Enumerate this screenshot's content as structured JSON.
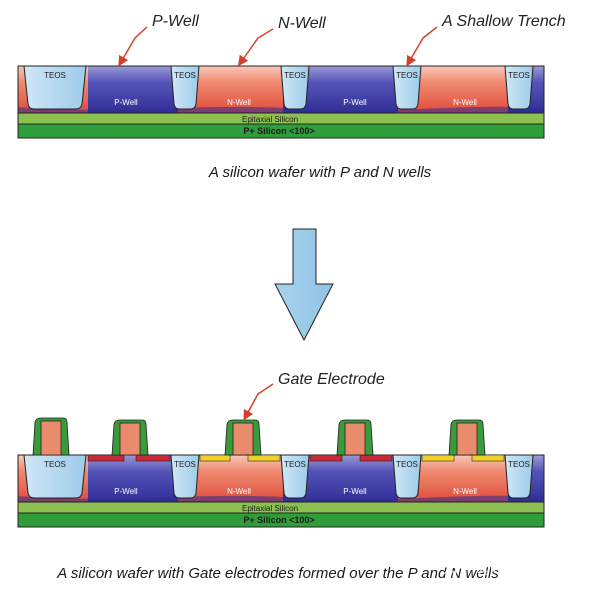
{
  "top": {
    "callouts": {
      "p_well": "P-Well",
      "n_well": "N-Well",
      "trench": "A Shallow Trench"
    },
    "caption": "A silicon wafer with P and N wells"
  },
  "bottom": {
    "callouts": {
      "gate": "Gate Electrode"
    },
    "caption": "A silicon wafer with Gate electrodes formed over the P and N wells"
  },
  "labels": {
    "teos": "TEOS",
    "p_well": "P-Well",
    "n_well": "N-Well",
    "epitaxial": "Epitaxial Silicon",
    "substrate": "P+ Silicon <100>"
  },
  "watermark": "知乎 @昨夜星辰昨夜风",
  "colors": {
    "p_well": "#3c3ca8",
    "n_well": "#e8574a",
    "teos": "#a9d4ee",
    "epitaxial": "#8cc152",
    "substrate": "#2f9e3a",
    "gate_poly": "#ea8b6d",
    "gate_spacer": "#3a9b3a",
    "gate_oxide_p": "#c8283a",
    "gate_oxide_n": "#f2d02b",
    "arrow": "#a9d4ee",
    "callout_arrow": "#d2412b"
  }
}
